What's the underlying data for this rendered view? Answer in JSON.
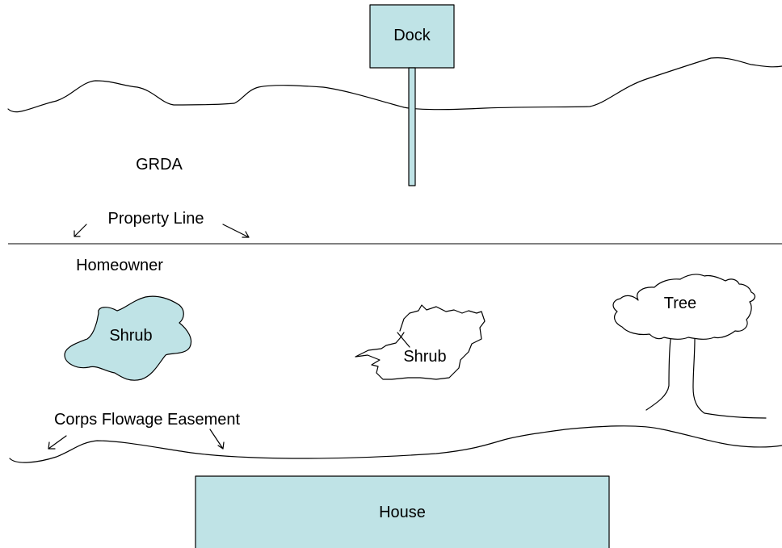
{
  "labels": {
    "dock": "Dock",
    "grda": "GRDA",
    "property_line": "Property Line",
    "homeowner": "Homeowner",
    "shrub_left": "Shrub",
    "shrub_center": "Shrub",
    "tree": "Tree",
    "corps_easement": "Corps Flowage Easement",
    "house": "House"
  },
  "colors": {
    "fill": "#bfe3e6",
    "line": "#000000",
    "background": "#ffffff"
  }
}
